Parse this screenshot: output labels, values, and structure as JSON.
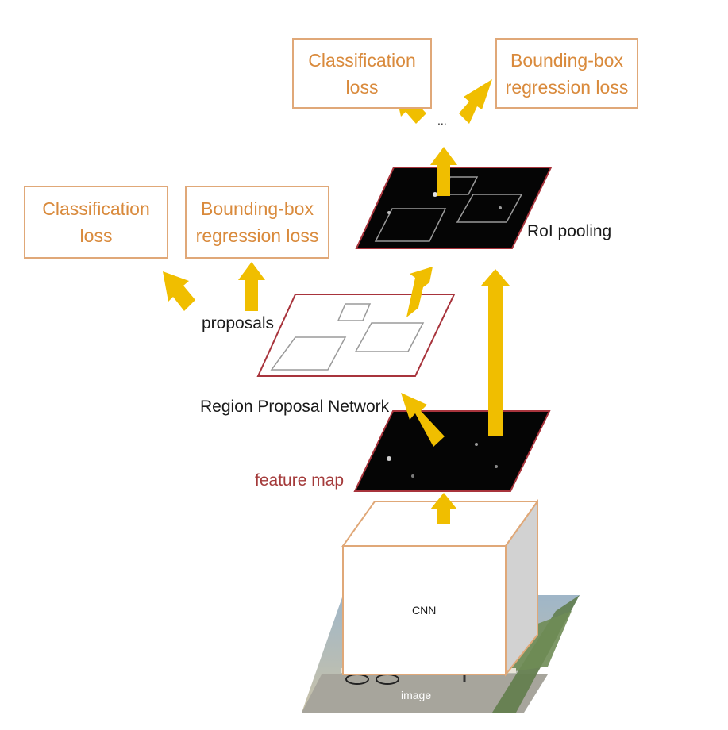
{
  "top_heads": {
    "classification": {
      "line1": "Classification",
      "line2": "loss"
    },
    "bbox": {
      "line1": "Bounding-box",
      "line2": "regression loss"
    },
    "ellipsis": "..."
  },
  "rpn_heads": {
    "classification": {
      "line1": "Classification",
      "line2": "loss"
    },
    "bbox": {
      "line1": "Bounding-box",
      "line2": "regression loss"
    }
  },
  "labels": {
    "roi_pooling": "RoI pooling",
    "proposals": "proposals",
    "rpn": "Region Proposal Network",
    "feature_map": "feature map",
    "cnn": "CNN",
    "image": "image"
  },
  "colors": {
    "arrow": "#f0be00",
    "box_border": "#e0a878",
    "box_text": "#d98a3c",
    "plane_border": "#a8343c",
    "feature_map_fill": "#050505",
    "cnn_side": "#d2d2d2"
  }
}
